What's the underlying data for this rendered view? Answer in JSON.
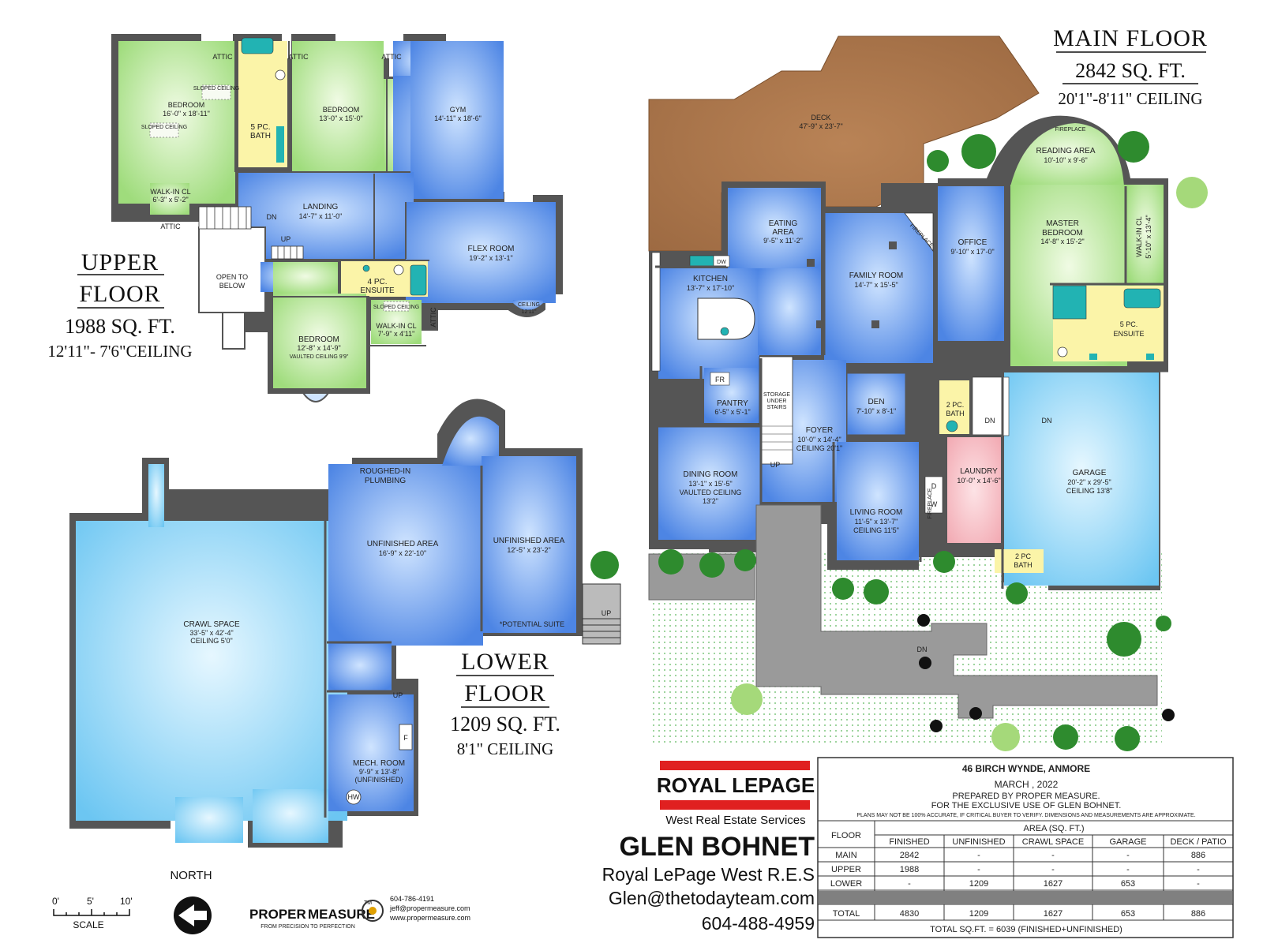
{
  "upper": {
    "title1": "UPPER",
    "title2": "FLOOR",
    "sqft": "1988 SQ. FT.",
    "ceiling": "12'11\"- 7'6\"CEILING",
    "rooms": {
      "bed1_name": "BEDROOM",
      "bed1_dim": "16'-0\" x 18'-11\"",
      "sloped1": "SLOPED CEILING",
      "sloped2": "SLOPED CEILING",
      "walkin1_name": "WALK-IN CL",
      "walkin1_dim": "6'-3\" x 5'-2\"",
      "attic1": "ATTIC",
      "attic2": "ATTIC",
      "attic3": "ATTIC",
      "attic4": "ATTIC",
      "attic5": "ATTIC",
      "bath_name1": "5 PC.",
      "bath_name2": "BATH",
      "bed2_name": "BEDROOM",
      "bed2_dim": "13'-0\" x 15'-0\"",
      "gym_name": "GYM",
      "gym_dim": "14'-11\" x 18'-6\"",
      "landing_name": "LANDING",
      "landing_dim": "14'-7\" x 11'-0\"",
      "dn": "DN",
      "up": "UP",
      "open1": "OPEN TO",
      "open2": "BELOW",
      "flex_name": "FLEX ROOM",
      "flex_dim": "19'-2\" x 13'-1\"",
      "flex_ceil1": "CEILING",
      "flex_ceil2": "12'11\"",
      "ens_name1": "4 PC.",
      "ens_name2": "ENSUITE",
      "bed3_name": "BEDROOM",
      "bed3_dim": "12'-8\" x 14'-9\"",
      "bed3_ceil": "VAULTED CEILING 9'9\"",
      "walkin2_name": "WALK-IN CL",
      "walkin2_dim": "7'-9\" x 4'11\"",
      "sloped3": "SLOPED CEILING"
    }
  },
  "lower": {
    "title1": "LOWER",
    "title2": "FLOOR",
    "sqft": "1209 SQ. FT.",
    "ceiling": "8'1\" CEILING",
    "rooms": {
      "crawl_name": "CRAWL SPACE",
      "crawl_dim": "33'-5\" x 42'-4\"",
      "crawl_ceil": "CEILING 5'0\"",
      "rough1": "ROUGHED-IN",
      "rough2": "PLUMBING",
      "unf1_name": "UNFINISHED AREA",
      "unf1_dim": "16'-9\" x 22'-10\"",
      "unf2_name": "UNFINISHED AREA",
      "unf2_dim": "12'-5\" x 23'-2\"",
      "suite": "*POTENTIAL SUITE",
      "up1": "UP",
      "up2": "UP",
      "mech_name": "MECH. ROOM",
      "mech_dim": "9'-9\" x 13'-8\"",
      "mech_note": "(UNFINISHED)",
      "f": "F",
      "hw": "HW"
    }
  },
  "main": {
    "title": "MAIN FLOOR",
    "sqft": "2842 SQ. FT.",
    "ceiling": "20'1\"-8'11\" CEILING",
    "rooms": {
      "deck_name": "DECK",
      "deck_dim": "47'-9\" x 23'-7\"",
      "fireplace1": "FIREPLACE",
      "fireplace2": "FIREPLACE",
      "fireplace3": "FIREPLACE",
      "reading_name": "READING AREA",
      "reading_dim": "10'-10\" x 9'-6\"",
      "eating_name1": "EATING",
      "eating_name2": "AREA",
      "eating_dim": "9'-5\" x 11'-2\"",
      "office_name": "OFFICE",
      "office_dim": "9'-10\" x 17'-0\"",
      "master_name1": "MASTER",
      "master_name2": "BEDROOM",
      "master_dim": "14'-8\" x 15'-2\"",
      "walkin_name": "WALK-IN CL",
      "walkin_dim": "5'-10\" x 13'-4\"",
      "kitchen_name": "KITCHEN",
      "kitchen_dim": "13'-7\" x 17'-10\"",
      "dw": "DW",
      "family_name": "FAMILY ROOM",
      "family_dim": "14'-7\" x 15'-5\"",
      "ens_name1": "5 PC.",
      "ens_name2": "ENSUITE",
      "fr": "FR",
      "pantry_name": "PANTRY",
      "pantry_dim": "6'-5\" x 5'-1\"",
      "storage1": "STORAGE",
      "storage2": "UNDER",
      "storage3": "STAIRS",
      "den_name": "DEN",
      "den_dim": "7'-10\" x 8'-1\"",
      "pc2_name1": "2 PC.",
      "pc2_name2": "BATH",
      "dn1": "DN",
      "dn2": "DN",
      "dn3": "DN",
      "foyer_name": "FOYER",
      "foyer_dim": "10'-0\" x 14'-4\"",
      "foyer_ceil": "CEILING 20'1\"",
      "up": "UP",
      "dining_name": "DINING ROOM",
      "dining_dim": "13'-1\" x 15'-5\"",
      "dining_ceil1": "VAULTED CEILING",
      "dining_ceil2": "13'2\"",
      "laundry_name": "LAUNDRY",
      "laundry_dim": "10'-0\" x 14'-6\"",
      "garage_name": "GARAGE",
      "garage_dim": "20'-2\" x 29'-5\"",
      "garage_ceil": "CEILING 13'8\"",
      "d": "D",
      "w": "W",
      "living_name": "LIVING ROOM",
      "living_dim": "11'-5\" x 13'-7\"",
      "living_ceil": "CEILING 11'5\"",
      "pc2b_name1": "2 PC",
      "pc2b_name2": "BATH"
    }
  },
  "north": {
    "label": "NORTH"
  },
  "scale": {
    "t0": "0'",
    "t5": "5'",
    "t10": "10'",
    "label": "SCALE"
  },
  "logo": {
    "pm_text1": "PROPER",
    "pm_text2": "MEASURE",
    "pm_tm": "TM",
    "pm_tag": "FROM PRECISION TO PERFECTION",
    "pm_phone": "604-786-4191",
    "pm_email": "jeff@propermeasure.com",
    "pm_web": "www.propermeasure.com"
  },
  "agent": {
    "brand": "ROYAL LEPAGE",
    "sub": "West Real Estate Services",
    "name": "GLEN BOHNET",
    "company": "Royal LePage West R.E.S",
    "email": "Glen@thetodayteam.com",
    "phone": "604-488-4959"
  },
  "info": {
    "address": "46 BIRCH WYNDE, ANMORE",
    "date": "MARCH , 2022",
    "prepared": "PREPARED BY PROPER MEASURE.",
    "forUse": "FOR THE EXCLUSIVE USE OF GLEN BOHNET.",
    "disclaimer": "PLANS MAY NOT BE 100% ACCURATE, IF CRITICAL BUYER TO VERIFY. DIMENSIONS AND MEASUREMENTS ARE APPROXIMATE."
  },
  "table": {
    "floor_header": "FLOOR",
    "area_header": "AREA (SQ. FT.)",
    "columns": [
      "FINISHED",
      "UNFINISHED",
      "CRAWL SPACE",
      "GARAGE",
      "DECK / PATIO"
    ],
    "rows": [
      {
        "floor": "MAIN",
        "values": [
          "2842",
          "-",
          "-",
          "-",
          "886"
        ]
      },
      {
        "floor": "UPPER",
        "values": [
          "1988",
          "-",
          "-",
          "-",
          "-"
        ]
      },
      {
        "floor": "LOWER",
        "values": [
          "-",
          "1209",
          "1627",
          "653",
          "-"
        ]
      }
    ],
    "total": {
      "floor": "TOTAL",
      "values": [
        "4830",
        "1209",
        "1627",
        "653",
        "886"
      ]
    },
    "footer": "TOTAL SQ.FT. = 6039 (FINISHED+UNFINISHED)"
  },
  "colors": {
    "bedroom": "#b5e79a",
    "blueRoom": "#5b8de6",
    "lightBlue": "#8fd3f5",
    "bath": "#fbf4a8",
    "deck": "#a5724a",
    "wall": "#555555",
    "laundry": "#f5bcc4",
    "paving": "#9a9a9a",
    "tree": "#2e8b2e",
    "brandRed": "#e02020"
  }
}
